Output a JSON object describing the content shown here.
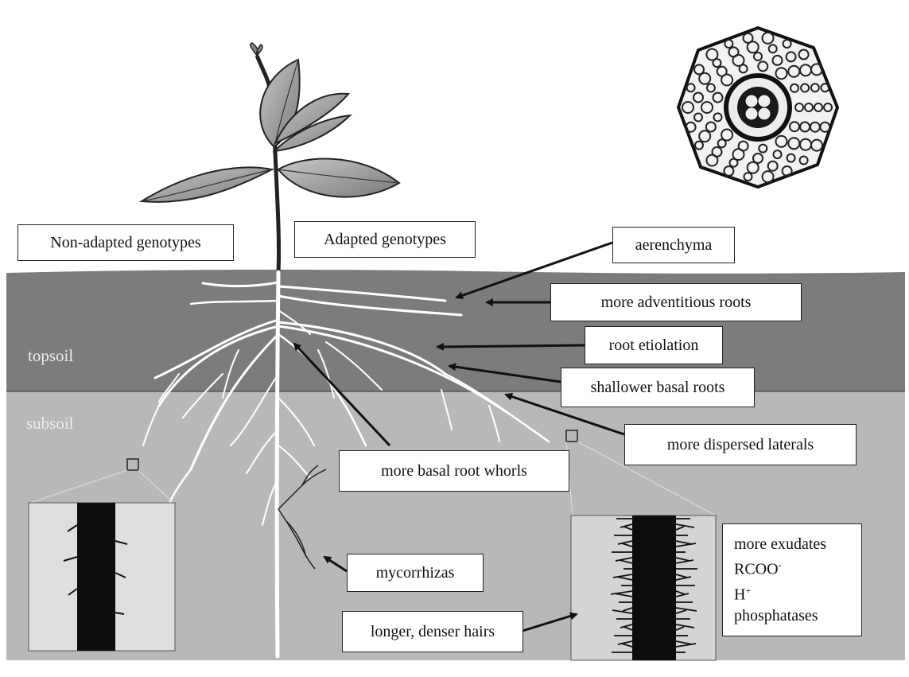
{
  "labels": {
    "non_adapted": "Non-adapted genotypes",
    "adapted": "Adapted genotypes",
    "aerenchyma": "aerenchyma",
    "adventitious": "more adventitious roots",
    "etiolation": "root etiolation",
    "shallower_basal": "shallower basal roots",
    "dispersed_laterals": "more dispersed laterals",
    "basal_whorls": "more basal root whorls",
    "mycorrhizas": "mycorrhizas",
    "hairs": "longer, denser hairs",
    "exudates": {
      "line1": "more exudates",
      "line2_base": "RCOO",
      "line2_sup": "-",
      "line3_base": "H",
      "line3_sup": "+",
      "line4": "phosphatases"
    }
  },
  "soil": {
    "topsoil": "topsoil",
    "subsoil": "subsoil",
    "topsoil_color": "#7c7c7c",
    "subsoil_color": "#b8b8b8"
  },
  "colors": {
    "roots": "#ffffff",
    "arrows": "#111111",
    "leaf_fill": "#9a9a9a",
    "stem": "#222222"
  }
}
